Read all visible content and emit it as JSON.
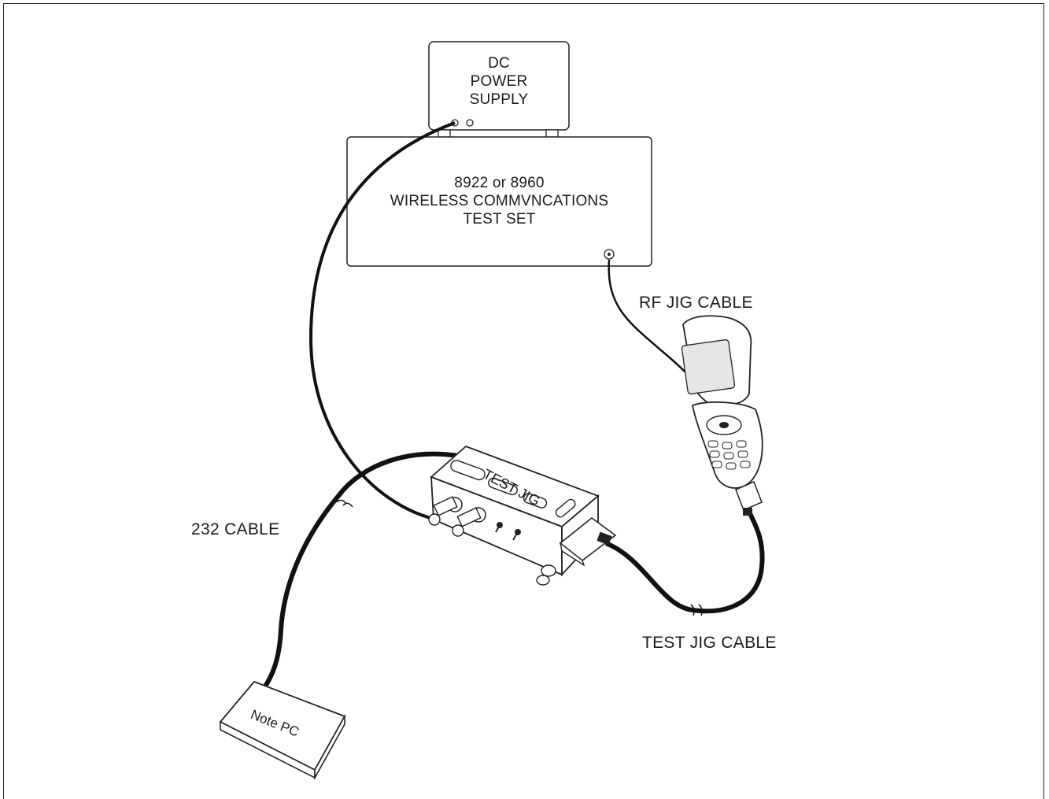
{
  "dc_power_supply": {
    "line1": "DC",
    "line2": "POWER",
    "line3": "SUPPLY"
  },
  "test_set": {
    "line1": "8922 or 8960",
    "line2": "WIRELESS COMMVNCATIONS",
    "line3": "TEST SET"
  },
  "labels": {
    "rf_jig_cable": "RF JIG CABLE",
    "cable_232": "232 CABLE",
    "test_jig_cable": "TEST JIG CABLE",
    "test_jig": "TEST JIG",
    "note_pc": "Note PC"
  }
}
